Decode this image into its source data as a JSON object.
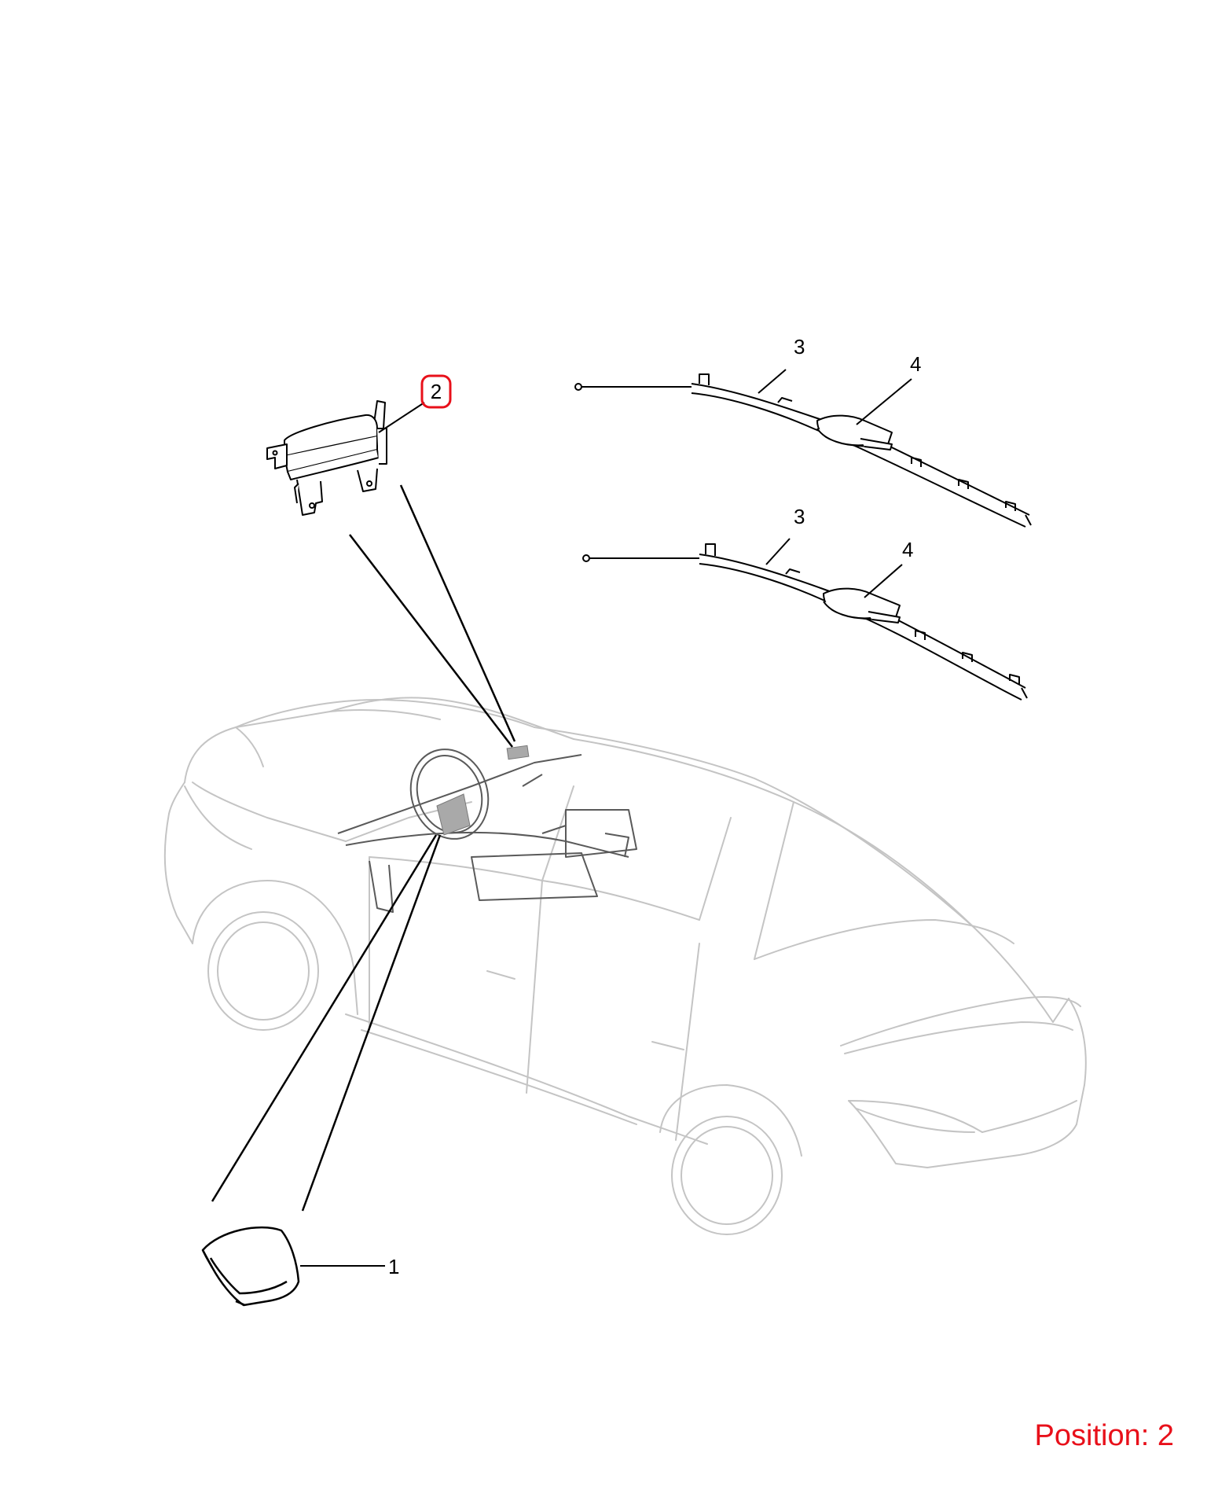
{
  "callouts": {
    "part_1": "1",
    "part_2": "2",
    "part_3_upper": "3",
    "part_4_upper": "4",
    "part_3_lower": "3",
    "part_4_lower": "4"
  },
  "selected_part": "2",
  "position_label": "Position: 2",
  "colors": {
    "highlight": "#e8101a",
    "line": "#000000",
    "car_outline": "#bdbdbd",
    "shaded": "#a9a9a9"
  }
}
